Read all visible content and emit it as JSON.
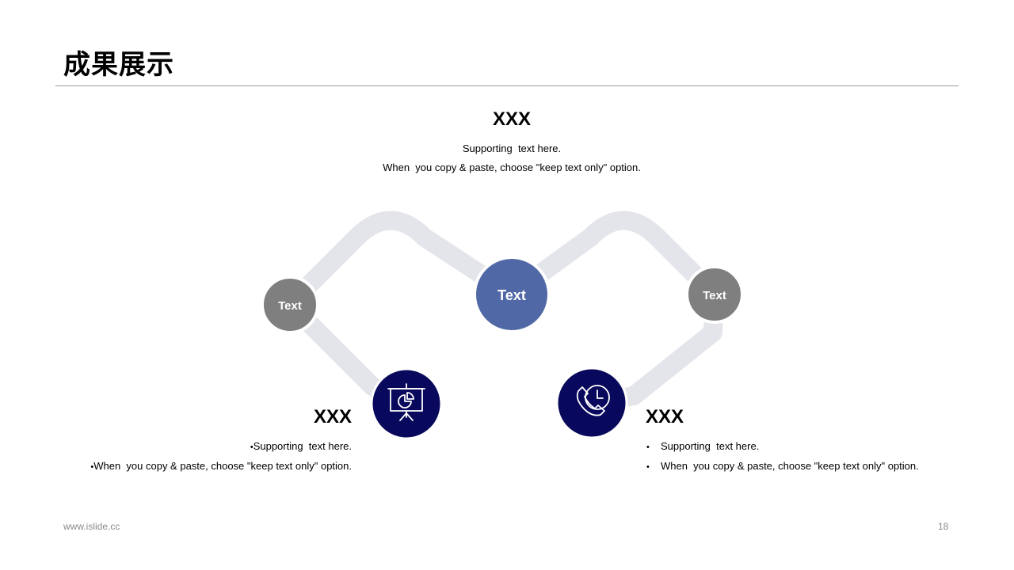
{
  "slide": {
    "title": "成果展示",
    "footer_url": "www.islide.cc",
    "page_number": "18"
  },
  "nodes": {
    "left_label": "Text",
    "center_label": "Text",
    "right_label": "Text"
  },
  "icons": {
    "left": "presentation-chart-icon",
    "right": "phone-clock-icon"
  },
  "colors": {
    "path": "#e4e5ea",
    "node_gray": "#7f7f7f",
    "node_accent": "#5068a6",
    "icon_circle": "#08085c"
  },
  "top_block": {
    "heading": "XXX",
    "lines": [
      "Supporting  text here.",
      "When  you copy & paste, choose \"keep text only\" option."
    ]
  },
  "left_block": {
    "heading": "XXX",
    "bullets": [
      "Supporting  text here.",
      "When  you copy & paste, choose \"keep text only\" option."
    ]
  },
  "right_block": {
    "heading": "XXX",
    "bullets": [
      "Supporting  text here.",
      "When  you copy & paste, choose \"keep text only\" option."
    ]
  }
}
